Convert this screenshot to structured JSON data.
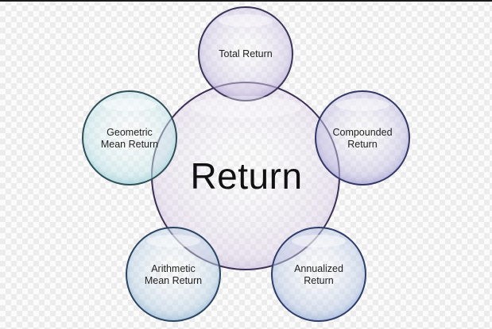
{
  "center": {
    "label": "Return",
    "fill": "#d9cde6",
    "stroke": "#3c2f55"
  },
  "nodes": [
    {
      "id": "total",
      "label": "Total Return",
      "fill": "#cdc4e4",
      "stroke": "#3a3458"
    },
    {
      "id": "compounded",
      "label": "Compounded\nReturn",
      "fill": "#c3bfe2",
      "stroke": "#333866"
    },
    {
      "id": "annualized",
      "label": "Annualized\nReturn",
      "fill": "#bccbe6",
      "stroke": "#2e3d6a"
    },
    {
      "id": "arithmetic",
      "label": "Arithmetic\nMean Return",
      "fill": "#bcd3e6",
      "stroke": "#2b4462"
    },
    {
      "id": "geometric",
      "label": "Geometric\nMean Return",
      "fill": "#c5e6ea",
      "stroke": "#2e4f58"
    }
  ]
}
